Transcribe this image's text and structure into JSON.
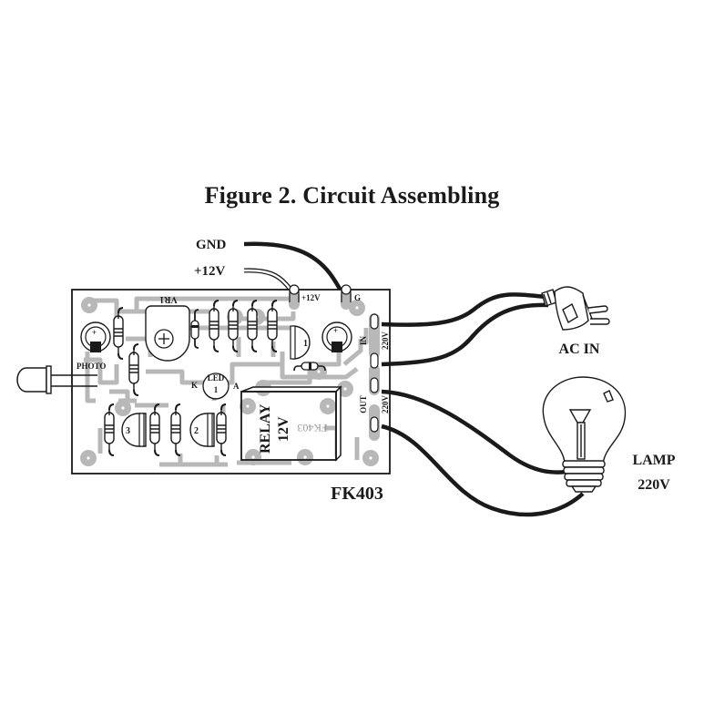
{
  "title": "Figure 2. Circuit Assembling",
  "wires": {
    "gnd_label": "GND",
    "v12_label": "+12V"
  },
  "board": {
    "name": "FK403",
    "pad_12v": "+12V",
    "pad_g": "G",
    "vr_label": "VR1",
    "photo_label": "PHOTO",
    "led_label": "LED",
    "led_num": "1",
    "led_k": "K",
    "led_a": "A",
    "transistor_1": "1",
    "transistor_2": "2",
    "transistor_3": "3",
    "relay_line1": "RELAY",
    "relay_line2": "12V",
    "mirror_text": "FK403",
    "in_label": "IN",
    "in_voltage": "220V",
    "out_label": "OUT",
    "out_voltage": "220V",
    "cap_plus": "+"
  },
  "ac_in_label": "AC IN",
  "lamp": {
    "line1": "LAMP",
    "line2": "220V"
  },
  "colors": {
    "ink": "#1a1a1a",
    "trace": "#b8b8b8",
    "board_bg": "#ffffff"
  }
}
